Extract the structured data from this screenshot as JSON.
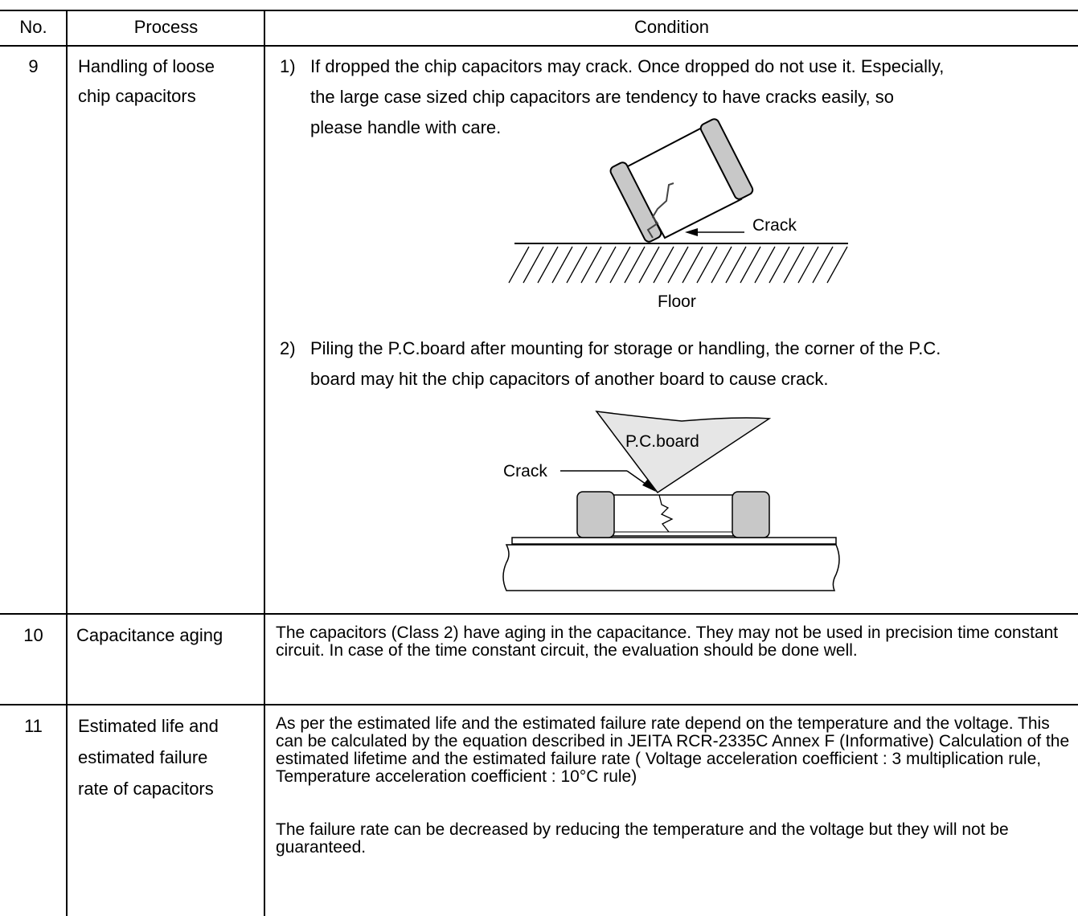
{
  "header": {
    "no": "No.",
    "process": "Process",
    "condition": "Condition"
  },
  "rows": [
    {
      "no": "9",
      "process_lines": [
        "Handling of loose",
        "chip capacitors"
      ],
      "items": [
        {
          "marker": "1)",
          "lines": [
            "If dropped the chip capacitors may crack. Once dropped do not use it. Especially,",
            "the large case sized chip capacitors are tendency to have cracks easily, so",
            "please handle with care."
          ]
        },
        {
          "marker": "2)",
          "lines": [
            "Piling the P.C.board after mounting for storage or handling, the corner of the P.C.",
            "board may hit the chip capacitors of another board to cause crack."
          ]
        }
      ],
      "figure1": {
        "crack_label": "Crack",
        "floor_label": "Floor"
      },
      "figure2": {
        "board_label": "P.C.board",
        "crack_label": "Crack"
      }
    },
    {
      "no": "10",
      "process_lines": [
        "Capacitance aging"
      ],
      "text": "The capacitors (Class 2) have aging in the capacitance. They may not be used in precision time constant circuit. In case of the time constant circuit, the evaluation should be done well."
    },
    {
      "no": "11",
      "process_lines": [
        "Estimated life and",
        "estimated failure",
        "rate of capacitors"
      ],
      "text": "As per the estimated life and the estimated failure rate depend on the temperature and the voltage. This can be calculated by the equation described in JEITA RCR-2335C Annex F (Informative) Calculation of the estimated lifetime and the estimated failure rate ( Voltage acceleration coefficient : 3 multiplication rule, Temperature acceleration coefficient : 10°C rule)",
      "text2": "The failure rate can be decreased by reducing the temperature and the voltage but they will not be guaranteed."
    }
  ]
}
